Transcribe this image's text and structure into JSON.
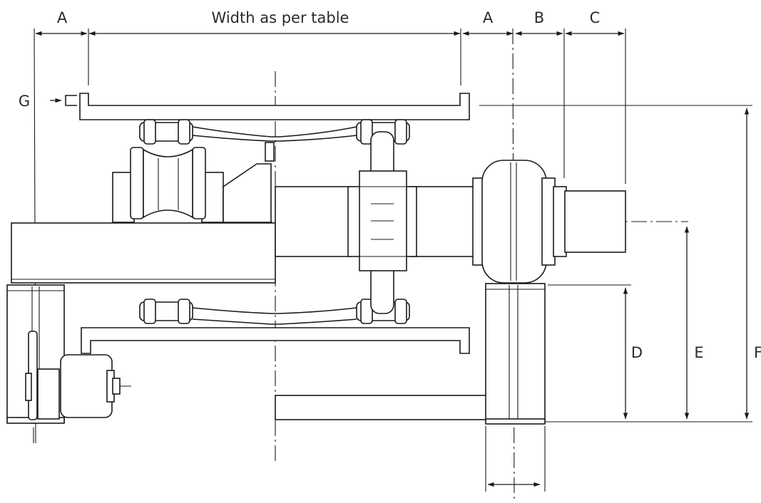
{
  "labels": {
    "a_left": "A",
    "width": "Width as per table",
    "a_right": "A",
    "b": "B",
    "c": "C",
    "g": "G",
    "d": "D",
    "e": "E",
    "f": "F"
  },
  "colors": {
    "line": "#1a1a1a",
    "text": "#2b2b2b",
    "background": "#ffffff"
  }
}
